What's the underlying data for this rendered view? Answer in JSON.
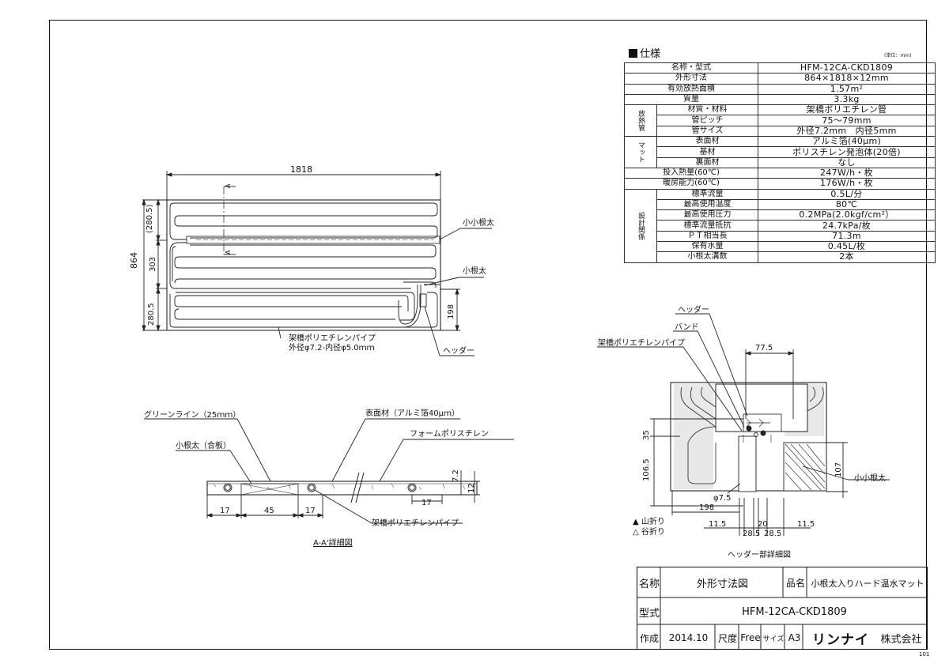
{
  "overall": {
    "dim_width": "1818",
    "dim_height": "864",
    "dim_top": "(280.5)",
    "dim_mid": "303",
    "dim_bottom": "280.5",
    "dim_198": "198",
    "section_mark": "A",
    "label_small_small_joist": "小小根太",
    "label_small_joist": "小根太",
    "label_pipe_line1": "架橋ポリエチレンパイプ",
    "label_pipe_line2": "外径φ7.2-内径φ5.0ｍｍ",
    "label_header": "ヘッダー"
  },
  "section_aa": {
    "label_green_line": "グリーンライン（25ｍｍ）",
    "label_joist_plywood": "小根太（合板）",
    "label_surface": "表面材（アルミ箔40μｍ）",
    "label_foam": "フォームポリスチレン",
    "label_pipe": "架橋ポリエチレンパイプ",
    "dim_17a": "17",
    "dim_45": "45",
    "dim_17b": "17",
    "dim_17c": "17",
    "dim_7_2": "7.2",
    "dim_12": "12",
    "caption": "A-A'詳細図"
  },
  "spec": {
    "heading": "仕様",
    "unit": "(単位：mm)",
    "group_pipe": "放熱管",
    "group_mat": "マット",
    "group_design": "設計関係",
    "rows": [
      {
        "label": "名称・型式",
        "value": "HFM-12CA-CKD1809"
      },
      {
        "label": "外形寸法",
        "value": "864×1818×12mm"
      },
      {
        "label": "有効放熱面積",
        "value": "1.57m²"
      },
      {
        "label": "質量",
        "value": "3.3kg"
      },
      {
        "label": "材質・材料",
        "value": "架橋ポリエチレン管"
      },
      {
        "label": "管ピッチ",
        "value": "75～79mm"
      },
      {
        "label": "管サイズ",
        "value": "外径7.2mm　内径5mm"
      },
      {
        "label": "表面材",
        "value": "アルミ箔(40μm)"
      },
      {
        "label": "基材",
        "value": "ポリスチレン発泡体(20倍)"
      },
      {
        "label": "裏面材",
        "value": "なし"
      },
      {
        "label": "投入熱量(60℃)",
        "value": "247W/h・枚"
      },
      {
        "label": "暖房能力(60℃)",
        "value": "176W/h・枚"
      },
      {
        "label": "標準流量",
        "value": "0.5L/分"
      },
      {
        "label": "最高使用温度",
        "value": "80℃"
      },
      {
        "label": "最高使用圧力",
        "value": "0.2MPa(2.0kgf/cm²）"
      },
      {
        "label": "標準流量抵抗",
        "value": "24.7kPa/枚"
      },
      {
        "label": "ＰＴ相当長",
        "value": "71.3m"
      },
      {
        "label": "保有水量",
        "value": "0.45L/枚"
      },
      {
        "label": "小根太溝数",
        "value": "2本"
      }
    ]
  },
  "header_detail": {
    "label_header": "ヘッダー",
    "label_band": "バンド",
    "label_pipe": "架橋ポリエチレンパイプ",
    "label_small_small_joist": "小小根太",
    "dim_77_5": "77.5",
    "dim_35": "35",
    "dim_106_5": "106.5",
    "dim_107": "107",
    "dim_phi7_5": "φ7.5",
    "dim_198": "198",
    "dim_11_5a": "11.5",
    "dim_20": "20",
    "dim_11_5b": "11.5",
    "dim_28_5a": "28.5",
    "dim_28_5b": "28.5",
    "legend_mountain": "▲ 山折り",
    "legend_valley": "△ 谷折り",
    "caption": "ヘッダー部詳細図"
  },
  "title_block": {
    "name_label": "名称",
    "name_value": "外形寸法図",
    "product_label": "品名",
    "product_value": "小根太入りハード温水マット",
    "model_label": "型式",
    "model_value": "HFM-12CA-CKD1809",
    "made_label": "作成",
    "made_value": "2014.10",
    "scale_label": "尺度",
    "scale_value": "Free",
    "size_label": "サイズ",
    "size_value": "A3",
    "company_logo": "リンナイ",
    "company_suffix": "株式会社",
    "sheet_code": "101"
  }
}
